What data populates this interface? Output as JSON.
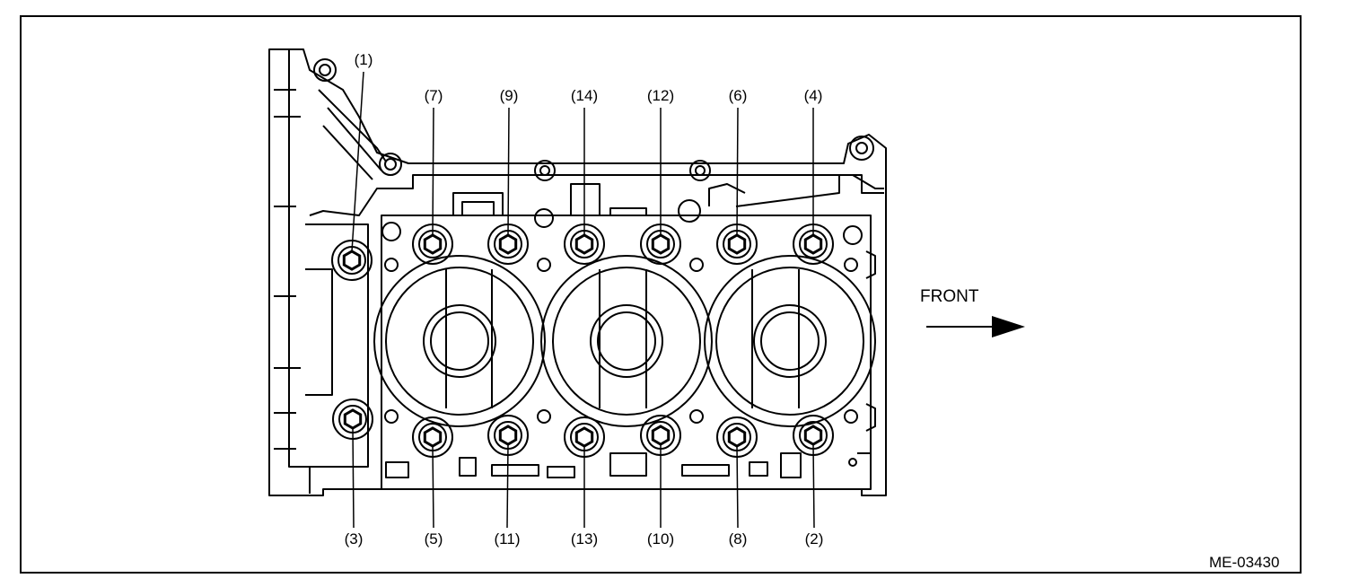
{
  "diagram": {
    "direction_label": "FRONT",
    "figure_code": "ME-03430",
    "bolt_labels": {
      "b1": "(1)",
      "b2": "(2)",
      "b3": "(3)",
      "b4": "(4)",
      "b5": "(5)",
      "b6": "(6)",
      "b7": "(7)",
      "b8": "(8)",
      "b9": "(9)",
      "b10": "(10)",
      "b11": "(11)",
      "b12": "(12)",
      "b13": "(13)",
      "b14": "(14)"
    }
  }
}
